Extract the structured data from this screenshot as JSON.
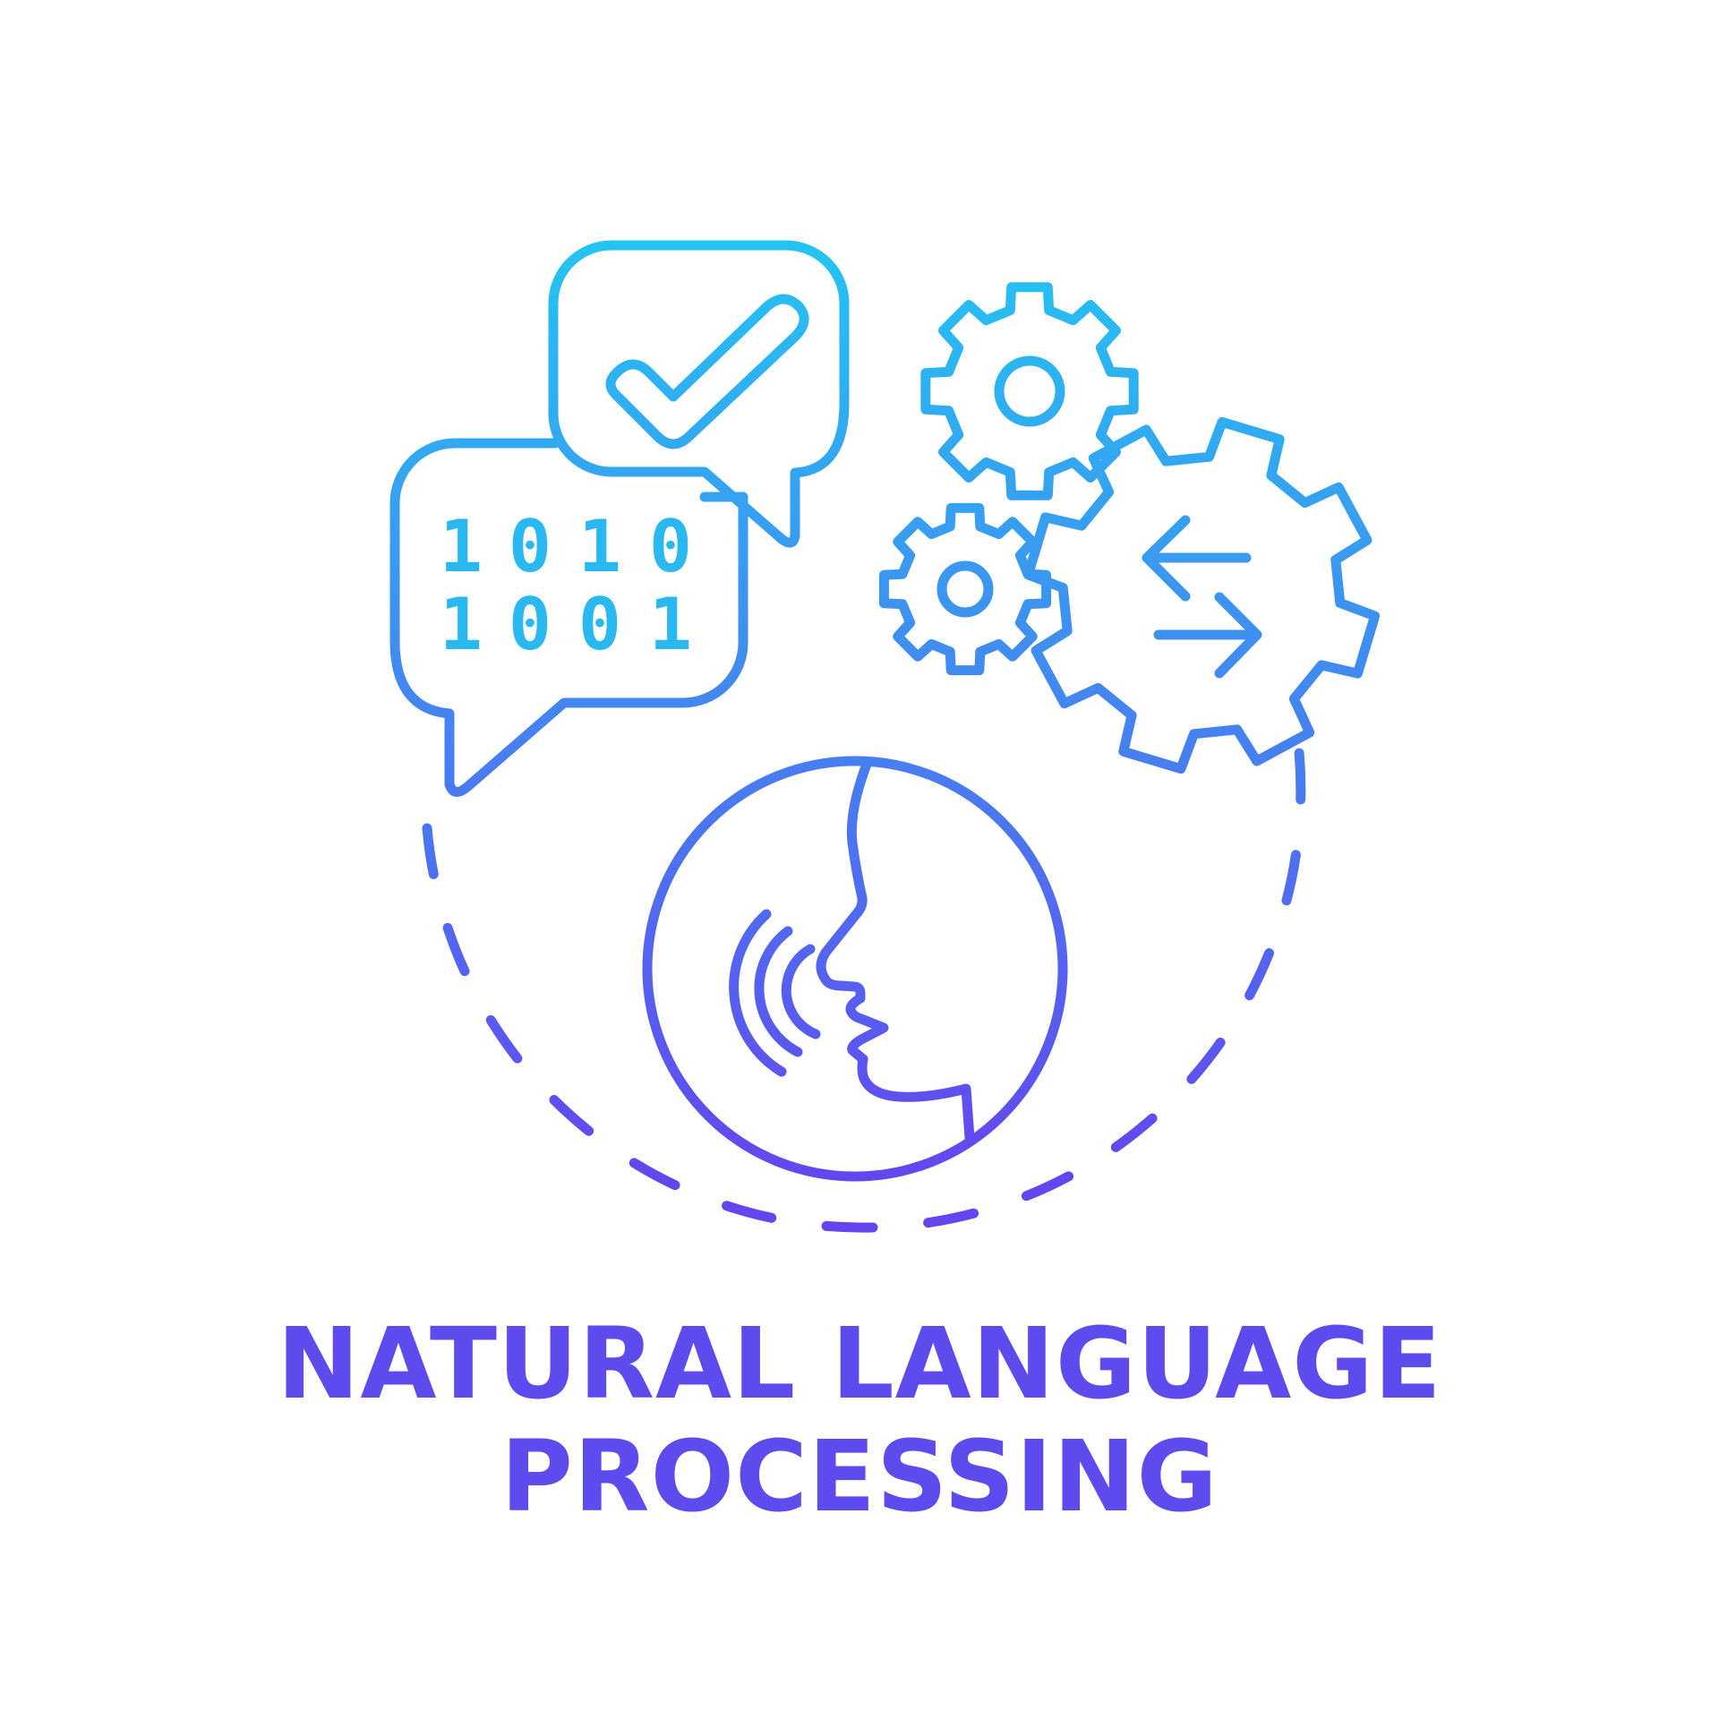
{
  "illustration": {
    "caption": {
      "line_1": "NATURAL LANGUAGE",
      "line_2": "PROCESSING"
    },
    "binary_code": {
      "row_1": [
        "1",
        "0",
        "1",
        "0"
      ],
      "row_2": [
        "1",
        "0",
        "0",
        "1"
      ]
    },
    "icons": [
      "speech-bubble-check-icon",
      "speech-bubble-binary-icon",
      "gears-icon",
      "swap-arrows-icon",
      "speaking-face-icon",
      "sound-waves-icon"
    ],
    "colors": {
      "gradient_top": "#24c4f2",
      "gradient_bottom": "#6445ee",
      "caption": "#5e4bee",
      "background": "#ffffff"
    }
  }
}
